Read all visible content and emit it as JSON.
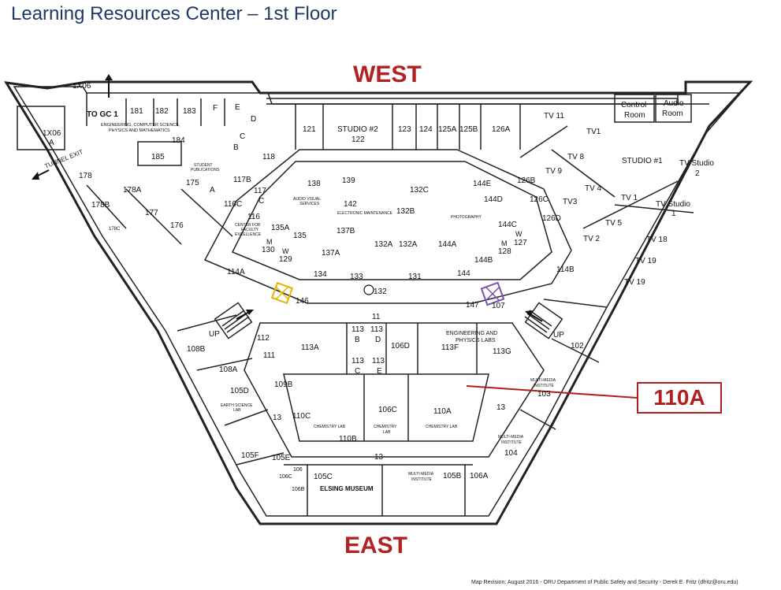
{
  "title": "Learning Resources Center – 1st Floor",
  "directions": {
    "west": "WEST",
    "east": "EAST"
  },
  "callout": {
    "room": "110A",
    "color": "#b01e1e"
  },
  "credit": "Map Revision: August 2016 - ORU Department of Public Safety and Security - Derek E. Fritz (dfritz@oru.edu)",
  "colors": {
    "title": "#1f3864",
    "direction": "#b22222",
    "elevator_west": "#e8b400",
    "elevator_east": "#7a4fb0"
  },
  "rooms": {
    "r1x06": "1X06",
    "to_gc1": "TO GC 1",
    "r181": "181",
    "r182": "182",
    "r183": "183",
    "rF": "F",
    "rE": "E",
    "rD": "D",
    "rC": "C",
    "rB": "B",
    "rA": "A",
    "r1x06a_1": "1X06",
    "r1x06a_2": "A",
    "tunnel_exit": "TUNNEL EXIT",
    "eng_cs_1": "ENGINEERING, COMPUTER SCIENCE,",
    "eng_cs_2": "PHYSICS AND MATHEMATICS",
    "r184": "184",
    "r185": "185",
    "r118": "118",
    "student_pub_1": "STUDENT",
    "student_pub_2": "PUBLICATIONS",
    "r175": "175",
    "r178": "178",
    "r178a": "178A",
    "r178b": "178B",
    "r178c": "178C",
    "r177": "177",
    "r176": "176",
    "r117b": "117B",
    "r117": "117",
    "r117c": "C",
    "r116c": "116C",
    "r116": "116",
    "cfe_1": "CENTER FOR",
    "cfe_2": "FACULTY",
    "cfe_3": "EXCELLENCE",
    "r121": "121",
    "studio2": "STUDIO #2",
    "r122": "122",
    "r123": "123",
    "r124": "124",
    "r125a": "125A",
    "r125b": "125B",
    "r126a": "126A",
    "tv11": "TV 11",
    "control_1": "Control",
    "control_2": "Room",
    "audio_1": "Audio",
    "audio_2": "Room",
    "tv1a": "TV1",
    "tv8": "TV 8",
    "studio1": "STUDIO #1",
    "tvstudio2_1": "TV Studio",
    "tvstudio2_2": "2",
    "tv9": "TV 9",
    "r126b": "126B",
    "r126c": "126C",
    "tv3": "TV3",
    "tv4": "TV 4",
    "tv1b": "TV 1",
    "r126d": "126D",
    "tvstudio1_1": "TV Studio",
    "tvstudio1_2": "1",
    "tv5": "TV 5",
    "tv2": "TV 2",
    "tv18": "TV 18",
    "tv19a": "TV 19",
    "tv19b": "TV 19",
    "r138": "138",
    "av_1": "AUDIO VISUAL",
    "av_2": "SERVICES",
    "r139": "139",
    "r142": "142",
    "elec_maint": "ELECTRONIC MAINTENANCE",
    "r132c": "132C",
    "r132b": "132B",
    "r144e": "144E",
    "r144d": "144D",
    "photography": "PHOTOGRAPHY",
    "r144c": "144C",
    "r135a": "135A",
    "r135": "135",
    "r130m": "M",
    "r130": "130",
    "r129w": "W",
    "r129": "129",
    "r137b": "137B",
    "r137a": "137A",
    "r132a1": "132A",
    "r132a2": "132A",
    "r144a": "144A",
    "r128m": "M",
    "r128": "128",
    "r127w": "W",
    "r127": "127",
    "r144b": "144B",
    "r134": "134",
    "r133": "133",
    "r131": "131",
    "r144": "144",
    "r132": "132",
    "r114a": "114A",
    "r114b": "114B",
    "r146": "146",
    "r147": "147",
    "r107": "107",
    "r11": "11",
    "up_west": "UP",
    "up_east": "UP",
    "r112": "112",
    "r113b_1": "113",
    "r113b_2": "B",
    "r113d_1": "113",
    "r113d_2": "D",
    "eng_phys_1": "ENGINEERING AND",
    "eng_phys_2": "PHYSICS LABS",
    "r113a": "113A",
    "r106d": "106D",
    "r113f": "113F",
    "r113g": "113G",
    "r102": "102",
    "r108b": "108B",
    "r111": "111",
    "r113c_1": "113",
    "r113c_2": "C",
    "r113e_1": "113",
    "r113e_2": "E",
    "r108a": "108A",
    "multi_1": "MULTI-MEDIA",
    "multi_2": "INSTITUTE",
    "r103": "103",
    "r105d": "105D",
    "r109b": "109B",
    "earth_1": "EARTH SCIENCE",
    "earth_2": "LAB",
    "r13a": "13",
    "r110c": "110C",
    "r106c": "106C",
    "r110a": "110A",
    "r13b": "13",
    "chem_1": "CHEMISTRY LAB",
    "chem_2": "CHEMISTRY",
    "chem_2b": "LAB",
    "chem_3": "CHEMISTRY LAB",
    "r110b": "110B",
    "r104": "104",
    "multi_3": "MULTI-MEDIA",
    "multi_4": "INSTITUTE",
    "r105f": "105F",
    "r105e": "105E",
    "r13c": "13",
    "r106": "106",
    "r106c2": "106C",
    "r105c": "105C",
    "r106b": "106B",
    "elsing": "ELSING MUSEUM",
    "multi_5": "MULTI-MEDIA",
    "multi_6": "INSTITUTE",
    "r105b": "105B",
    "r106a": "106A"
  }
}
